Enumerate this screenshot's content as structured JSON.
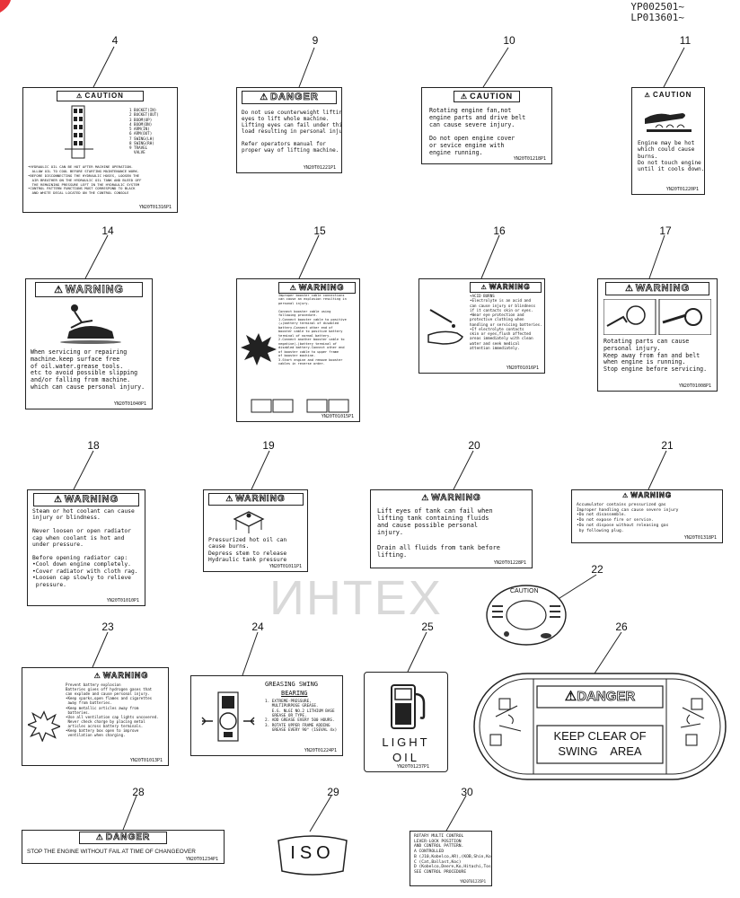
{
  "serials": [
    "YP002501~",
    "LP013601~"
  ],
  "watermark": "ИНТЕХ",
  "brand_color": "#e8343a",
  "decals": {
    "d4": {
      "num": "4",
      "header": "CAUTION",
      "list": "1 BUCKET(IN)\n2 BUCKET(OUT)\n3 BOOM(UP)\n4 BOOM(DN)\n5 ARM(IN)\n6 ARM(OUT)\n7 SWING(LH)\n8 SWING(RH)\n9 TRAVEL\n  VALVE",
      "body": "•HYDRAULIC OIL CAN BE HOT AFTER MACHINE OPERATION.\n  ALLOW OIL TO COOL BEFORE STARTING MAINTENANCE WORK.\n•BEFORE DISCONNECTING THE HYDRAULIC HOSES, LOOSEN THE\n  AIR BREATHER ON THE HYDRAULIC OIL TANK AND BLEED OFF\n  THE REMAINING PRESSURE LEFT IN THE HYDRAULIC SYSTEM\n•CONTROL PATTERN FUNCTIONS MUST CORRESPOND TO BLACK\n  AND WHITE DECAL LOCATED ON THE CONTROL CONSOLE",
      "code": "YN20T01316P1"
    },
    "d9": {
      "num": "9",
      "header": "DANGER",
      "body": "Do not use counterweight lifting\neyes to lift whole machine.\nLifting eyes can fail under this\nload resulting in personal injury.\n\nRefer operators manual for\nproper way of lifting machine.",
      "code": "YN20T01221P1"
    },
    "d10": {
      "num": "10",
      "header": "CAUTION",
      "body": "Rotating engine fan,not\nengine parts and drive belt\ncan cause severe injury.\n\nDo not open engine cover\nor sevice engine with\nengine running.",
      "code": "YN20T01218P1"
    },
    "d11": {
      "num": "11",
      "header": "CAUTION",
      "body": "Engine may be hot\nwhich could cause\nburns.\nDo not touch engine\nuntil it cools down.",
      "code": "YN20T01220P1"
    },
    "d14": {
      "num": "14",
      "header": "WARNING",
      "body": "When servicing or repairing\nmachine.keep surface free\nof oil.water.grease tools.\netc to avoid possible slipping\nand/or falling from machine.\nwhich can cause personal injury.",
      "code": "YN20T01040P1"
    },
    "d15": {
      "num": "15",
      "header": "WARNING",
      "body": "Improper booster cable connections\ncan cause an explosion resulting in\npersonal injury.\n\nConnect booster cable using\nfollowing procedure.\n1.Connect booster cable to positive\n(+)battery terminal of disabled\nbattery.Connect other end of\nbooster cable to positive battery\nterminal of normal battery.\n2.Connect another booster cable to\nnegative(-)battery terminal of\ndisabled battery.Connect other end\nof booster cable to upper frame\nof booster machine.\n3.Start engine and remove booster\ncables in reverse order.",
      "code": "YN20T01015P1"
    },
    "d16": {
      "num": "16",
      "header": "WARNING",
      "body": "•ACID BURNS\n•Electrolyte is an acid and\ncan cause injury or blindness\nif it contacts skin or eyes.\n•Wear eye protection and\nprotective clothing when\nhandling or servicing batteries.\n•If electrolyte contacts\nskin or eyes,flush affected\nareas immediately with clean\nwater and seek medical\nattention immediately.",
      "code": "YN20T01016P1"
    },
    "d17": {
      "num": "17",
      "header": "WARNING",
      "body": "Rotating parts can cause\npersonal injury.\nKeep away from fan and belt\nwhen engine is running.\nStop engine before servicing.",
      "code": "YN20T01008P1"
    },
    "d18": {
      "num": "18",
      "header": "WARNING",
      "body": "Steam or hot coolant can cause\ninjury or blindness.\n\nNever loosen or open radiator\ncap when coolant is hot and\nunder pressure.\n\nBefore opening radiator cap:\n•Cool down engine completely.\n•Cover radiator with cloth rag.\n•Loosen cap slowly to relieve\n pressure.",
      "code": "YN20T01010P1"
    },
    "d19": {
      "num": "19",
      "header": "WARNING",
      "body": "Pressurized hot oil can\ncause burns.\nDepress stem to release\nHydraulic tank pressure",
      "code": "YN20T01011P1"
    },
    "d20": {
      "num": "20",
      "header": "WARNING",
      "body": "Lift eyes of tank can fail when\nlifting tank containing fluids\nand cause possible personal\ninjury.\n\nDrain all fluids from tank before\nlifting.",
      "code": "YN20T01228P1"
    },
    "d21": {
      "num": "21",
      "header": "WARNING",
      "body": "Accumulator contains pressurized gas\nImproper handling can cause severe injury\n•Do not disassemble.\n•Do not expose fire or service.\n•Do not dispose without releasing gas\n by following plug.",
      "code": "YN20T01318P1"
    },
    "d22": {
      "num": "22",
      "header": "CAUTION"
    },
    "d23": {
      "num": "23",
      "header": "WARNING",
      "body": "Prevent battery explosion\nBatteries gives off hydrogen gases that\ncan explode and cause personal injury.\n•Keep sparks,open flames and cigarettes\n away from batteries.\n•Keep metallic articles away from\n batteries.\n•Use all ventilation cap lights uncovered.\n Never check charge by placing metal\n articles across battery terminals.\n•Keep battery box open to improve\n ventilation when charging.",
      "code": "YN20T01013P1"
    },
    "d24": {
      "num": "24",
      "title": "GREASING SWING",
      "subtitle": "BEARING",
      "body": "1. EXTREME-PRESSURE,\n   MULTIPURPOSE GREASE.\n   E.G. NLGI NO.2 LITHIUM BASE\n   GREASE OR TYPE.\n2. ADD GREASE EVERY 500 HOURS.\n3. ROTATE UPPER FRAME ADDING\n   GREASE EVERY 90° (1SEVAL 4x)",
      "code": "YN20T01224P1"
    },
    "d25": {
      "num": "25",
      "line1": "LIGHT",
      "line2": "OIL",
      "code": "YN20T01237P1"
    },
    "d26": {
      "num": "26",
      "header": "DANGER",
      "line1": "KEEP CLEAR OF",
      "line2": "SWING    AREA"
    },
    "d28": {
      "num": "28",
      "header": "DANGER",
      "body": "STOP THE ENGINE WITHOUT FAIL AT TIME OF CHANGEOVER",
      "code": "YN20T01234P1"
    },
    "d29": {
      "num": "29",
      "text": "ISO"
    },
    "d30": {
      "num": "30",
      "body": "ROTARY MULTI CONTROL\nLEVER-LOCK POSITION\nAND CONTROL PATTERN.\nA CONTROLLED\nB (J10,Kobelco,AR),(KOB,Shin,Kob,Ste)\nC (Cat,Ballast,Koc)\nD (Kobelco,Deere,Ko,Hitachi,Tos,Stor)\nSEE CONTROL PROCEDURE",
      "code": "YN20T01235P1"
    }
  }
}
